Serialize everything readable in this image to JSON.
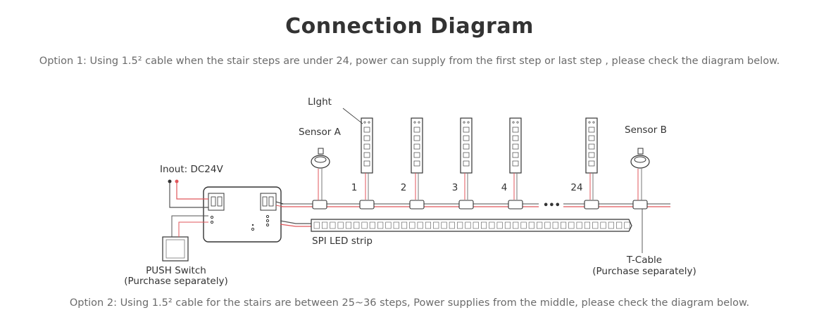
{
  "title": "Connection Diagram",
  "option1": "Option 1: Using 1.5²  cable when the stair steps are under 24, power can supply from the first step or last step , please check the diagram below.",
  "option2": "Option 2: Using 1.5² cable for the stairs are between 25~36 steps, Power supplies from the middle, please check the diagram below.",
  "diagram": {
    "light_label": "LIght",
    "sensor_a": "Sensor A",
    "sensor_b": "Sensor B",
    "input_label": "Inout: DC24V",
    "step_labels": [
      "1",
      "2",
      "3",
      "4",
      "24"
    ],
    "ellipsis": "•••",
    "strip_label": "SPI LED strip",
    "switch_label": "PUSH Switch",
    "switch_note": "(Purchase separately)",
    "tcable_label": "T-Cable",
    "tcable_note": "(Purchase separately)"
  },
  "colors": {
    "wire_red": "#e0565b",
    "wire_gray": "#7a7a7a",
    "stroke": "#333333"
  }
}
